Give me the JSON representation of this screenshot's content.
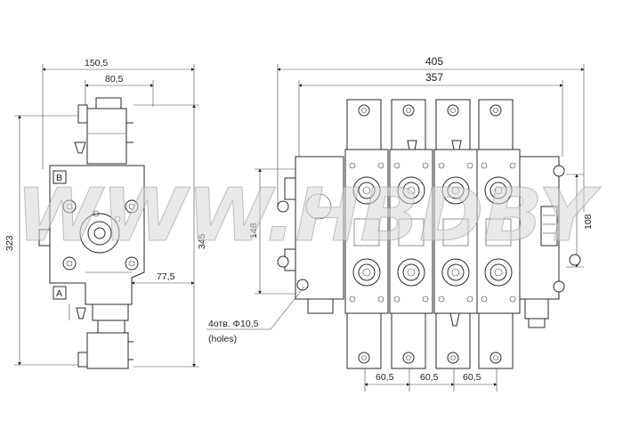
{
  "watermark": "WWW.HBDBY",
  "side_view": {
    "dims": {
      "top_width": "150,5",
      "inner_width": "80,5",
      "height_left": "323",
      "height_right": "345",
      "offset": "77,5"
    },
    "port_a": "A",
    "port_b": "B"
  },
  "front_view": {
    "dims": {
      "overall_width": "405",
      "inner_width": "357",
      "left_height": "148",
      "right_height": "108",
      "pitch": [
        "60,5",
        "60,5",
        "60,5"
      ]
    },
    "holes_note": "4отв. Φ10,5",
    "holes_sub": "(holes)"
  }
}
